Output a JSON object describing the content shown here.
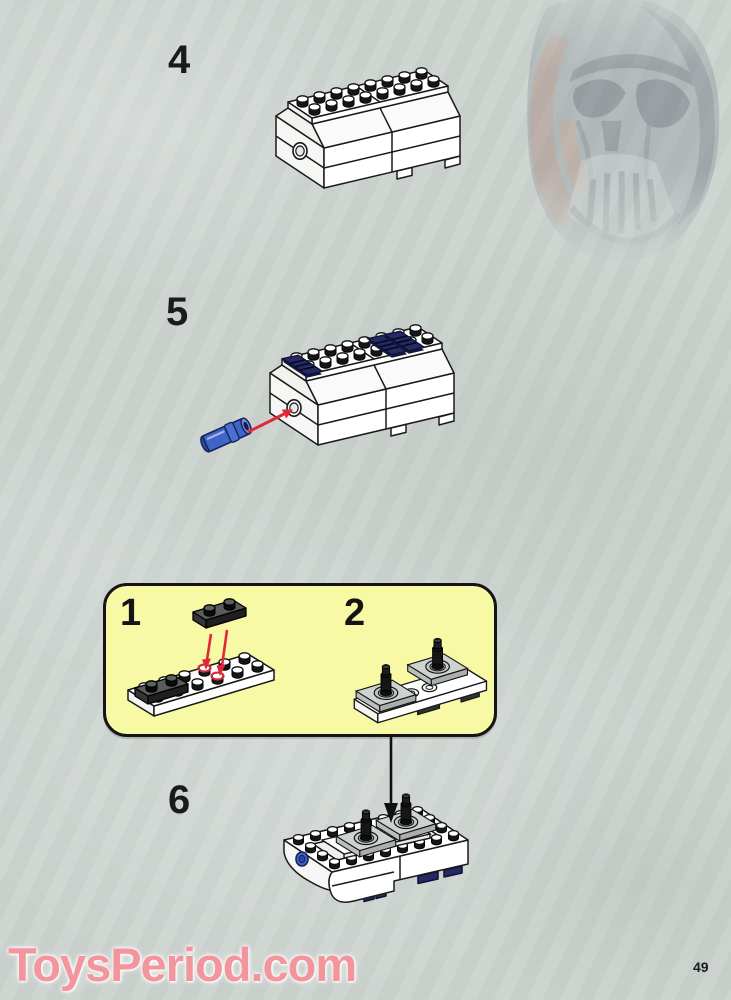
{
  "page": {
    "watermark": "ToysPeriod.com",
    "number": "49"
  },
  "steps": [
    {
      "label": "4"
    },
    {
      "label": "5"
    },
    {
      "label": "6"
    }
  ],
  "callout": {
    "substeps": [
      {
        "label": "1"
      },
      {
        "label": "2"
      }
    ]
  },
  "colors": {
    "background": "#ccd3cf",
    "callout_yellow": "#f8f9a4",
    "grille_navy": "#262a63",
    "pin_blue": "#4065c8",
    "arrow_red": "#e22838",
    "watermark_pink": "#f2959d",
    "ink": "#1a1a1a"
  }
}
